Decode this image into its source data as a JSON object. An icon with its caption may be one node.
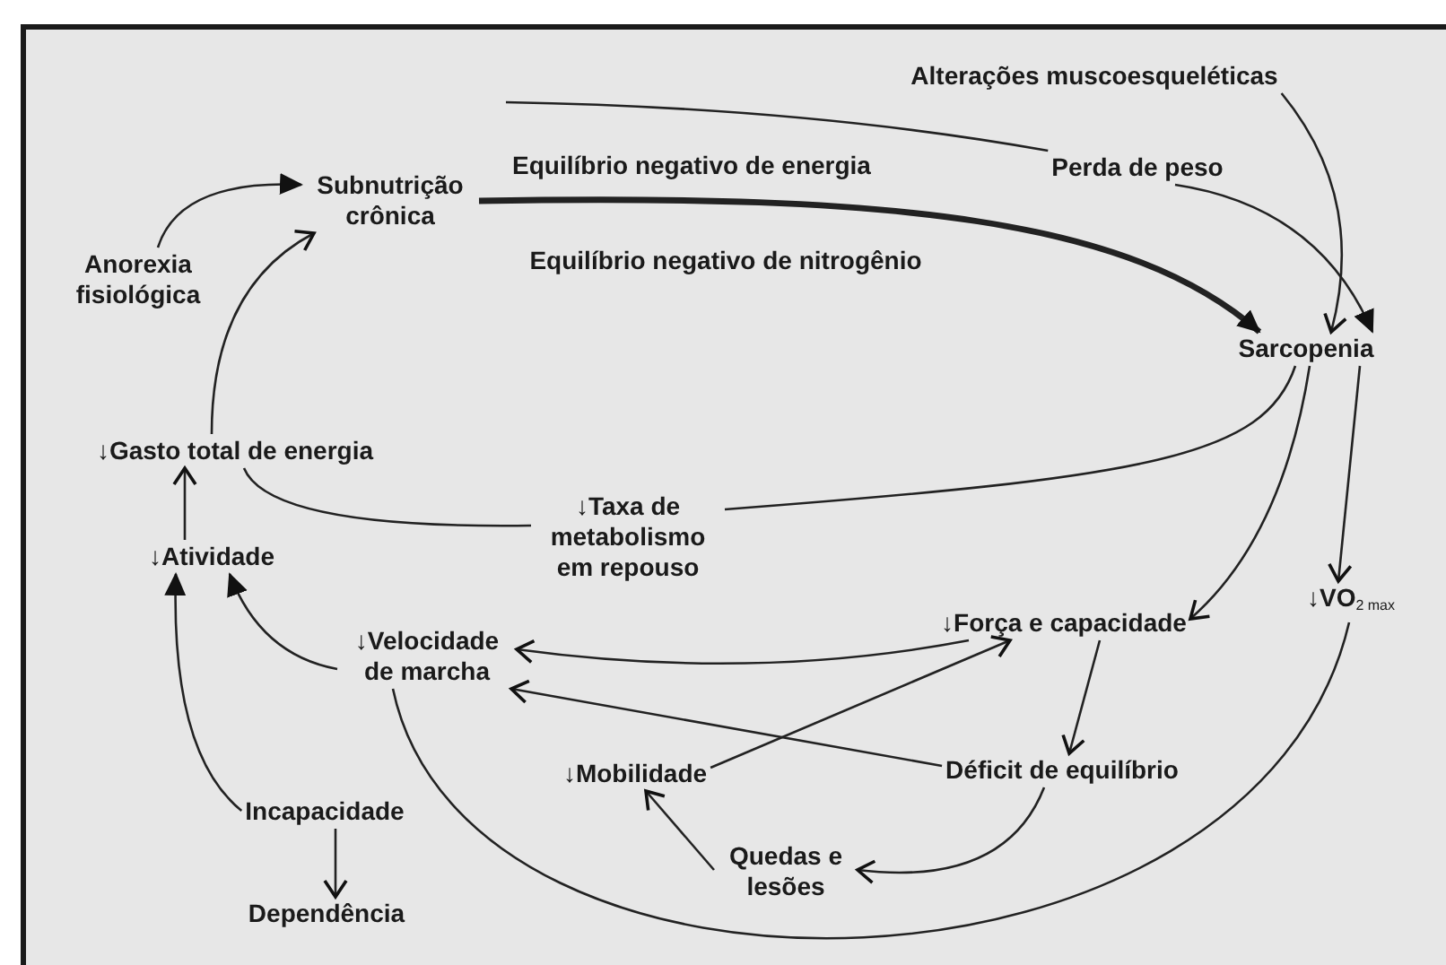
{
  "diagram": {
    "nodes": [
      {
        "text": [
          "Subnutrição crônica"
        ]
      },
      {
        "text": [
          "Equilíbrio negativo de energia"
        ]
      },
      {
        "text": [
          "Equilíbrio negativo de nitrogênio"
        ]
      },
      {
        "text": [
          "Alterações muscoesqueléticas"
        ]
      },
      {
        "text": [
          "Perda de peso"
        ]
      },
      {
        "text": [
          "Sarcopenia"
        ]
      },
      {
        "text": [
          "Anorexia fisiológica"
        ]
      },
      {
        "text": [
          "↓Gasto total de energia"
        ]
      },
      {
        "text": [
          "↓Taxa de metabolismo em repouso"
        ]
      },
      {
        "text": [
          "↓Atividade"
        ]
      },
      {
        "text": [
          "↓Velocidade de marcha"
        ]
      },
      {
        "text": [
          "↓Força e capacidade"
        ]
      },
      {
        "text": [
          "↓VO$_{2 max}$"
        ]
      },
      {
        "text": [
          "↓Mobilidade"
        ]
      },
      {
        "text": [
          "Déficit de equilíbrio"
        ]
      },
      {
        "text": [
          "Quedas e lesões"
        ]
      },
      {
        "text": [
          "Incapacidade"
        ]
      },
      {
        "text": [
          "Dependência"
        ]
      }
    ],
    "edges": [
      {
        "from": 6,
        "to": 0,
        "arrow": "to"
      },
      {
        "from": 7,
        "to": 0,
        "arrow": "to"
      },
      {
        "from": 9,
        "to": 7,
        "arrow": "to"
      },
      {
        "from": 10,
        "to": 9,
        "arrow": "to"
      },
      {
        "from": 16,
        "to": 9,
        "arrow": "to"
      },
      {
        "from": 16,
        "to": 17,
        "arrow": "to"
      },
      {
        "from": 0,
        "to": 5,
        "arrow": "to",
        "style": "thick"
      },
      {
        "from": null,
        "to": 4,
        "arrow": "none"
      },
      {
        "from": 4,
        "to": 5,
        "arrow": "to"
      },
      {
        "from": 3,
        "to": 5,
        "arrow": "to"
      },
      {
        "from": 5,
        "to": 8,
        "arrow": "none"
      },
      {
        "from": 8,
        "to": 7,
        "arrow": "none"
      },
      {
        "from": 5,
        "to": 11,
        "arrow": "to"
      },
      {
        "from": 5,
        "to": 12,
        "arrow": "to"
      },
      {
        "from": 11,
        "to": 10,
        "arrow": "to"
      },
      {
        "from": 13,
        "to": 11,
        "arrow": "to"
      },
      {
        "from": 11,
        "to": 14,
        "arrow": "to"
      },
      {
        "from": 14,
        "to": 10,
        "arrow": "to"
      },
      {
        "from": 14,
        "to": 15,
        "arrow": "to"
      },
      {
        "from": 15,
        "to": 13,
        "arrow": "to"
      },
      {
        "from": 10,
        "to": 12,
        "arrow": "none"
      }
    ]
  }
}
